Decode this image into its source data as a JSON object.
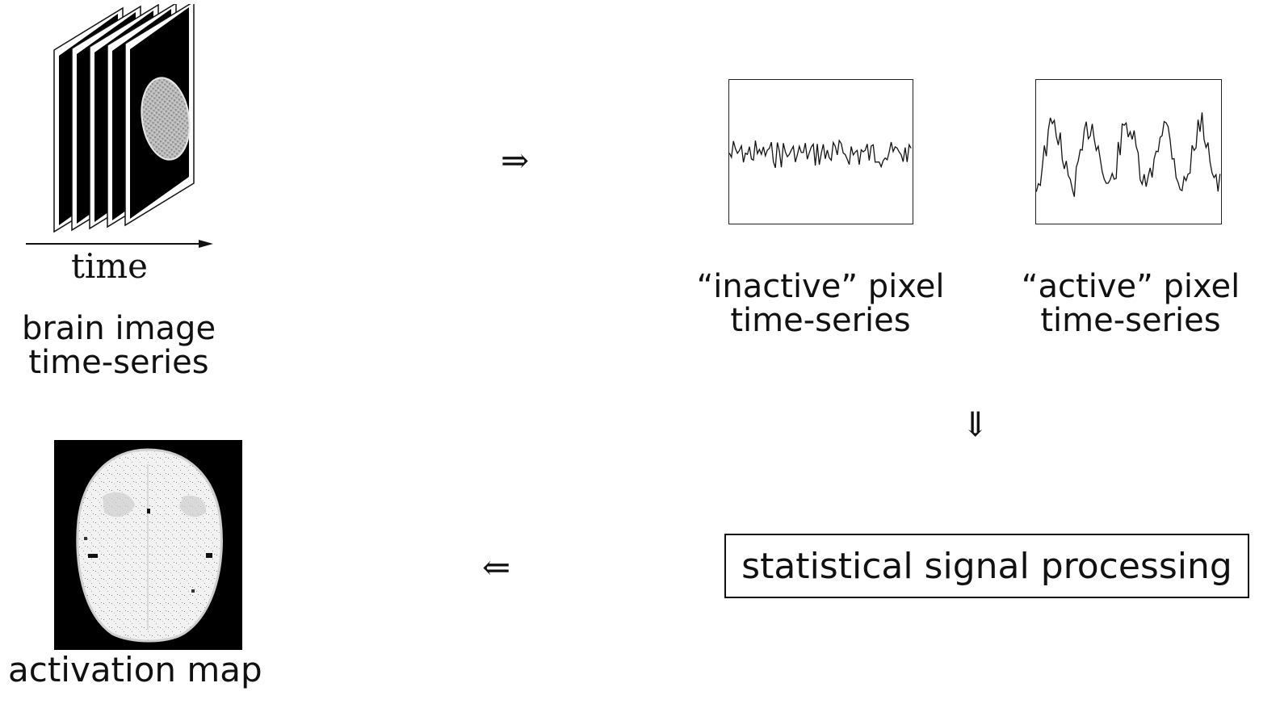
{
  "stack": {
    "time_label": "time",
    "caption_line1": "brain image",
    "caption_line2": "time-series"
  },
  "inactive": {
    "line1": "“inactive” pixel",
    "line2": "time-series"
  },
  "active": {
    "line1": "“active” pixel",
    "line2": "time-series"
  },
  "processing": {
    "label": "statistical signal processing"
  },
  "map": {
    "caption": "activation map"
  },
  "arrows": {
    "right": "⇒",
    "down": "⇓",
    "left": "⇐"
  }
}
